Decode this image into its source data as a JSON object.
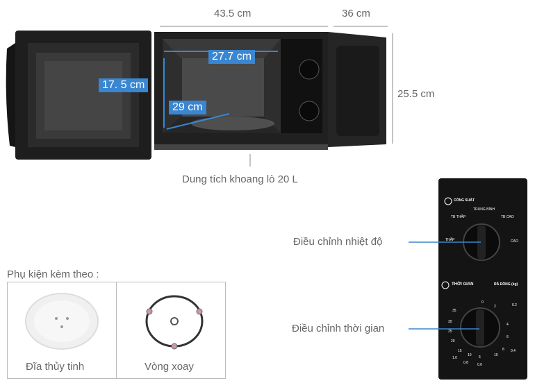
{
  "dimensions": {
    "width": "43.5 cm",
    "depth": "36 cm",
    "height": "25.5 cm",
    "inner_width": "27.7 cm",
    "inner_height": "17. 5 cm",
    "inner_depth": "29 cm"
  },
  "capacity_label": "Dung tích khoang lò 20 L",
  "panel": {
    "power_title": "CÔNG SUẤT",
    "power_low_medium": "TB THẤP",
    "power_medium": "TRUNG BÌNH",
    "power_medium_high": "TB CAO",
    "power_low": "THẤP",
    "power_high": "CAO",
    "time_title": "THỜI GIAN",
    "defrost_title": "RÃ ĐÔNG (kg)",
    "time_marks": [
      "35",
      "30",
      "25",
      "20",
      "15",
      "1.0",
      "10",
      "0.8",
      "5",
      "0.6",
      "0",
      "0.2",
      "2",
      "4",
      "6",
      "8",
      "10",
      "0.4"
    ]
  },
  "callouts": {
    "temperature": "Điều chỉnh nhiệt độ",
    "timer": "Điều chỉnh thời gian"
  },
  "accessories": {
    "title": "Phụ kiện  kèm theo :",
    "items": [
      "Đĩa thủy tinh",
      "Vòng xoay"
    ]
  },
  "colors": {
    "accent": "#3a86d1",
    "appliance": "#1c1c1c"
  }
}
